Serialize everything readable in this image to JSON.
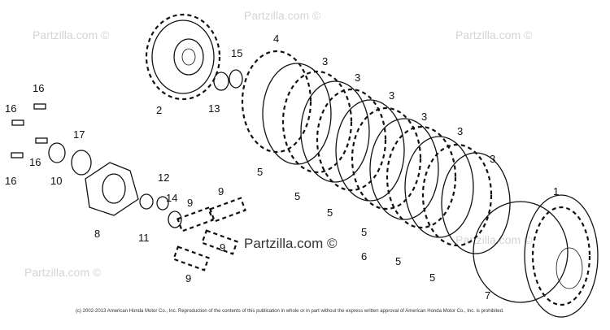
{
  "watermarks": {
    "text": "Partzilla.com ©",
    "center_text": "Partzilla.com ©"
  },
  "callouts": {
    "c1": "1",
    "c2": "2",
    "c3a": "3",
    "c3b": "3",
    "c3c": "3",
    "c3d": "3",
    "c3e": "3",
    "c3f": "3",
    "c4": "4",
    "c5a": "5",
    "c5b": "5",
    "c5c": "5",
    "c5d": "5",
    "c5e": "5",
    "c5f": "5",
    "c6": "6",
    "c7": "7",
    "c8": "8",
    "c9a": "9",
    "c9b": "9",
    "c9c": "9",
    "c9d": "9",
    "c10": "10",
    "c11": "11",
    "c12": "12",
    "c13": "13",
    "c14": "14",
    "c15": "15",
    "c16a": "16",
    "c16b": "16",
    "c16c": "16",
    "c16d": "16",
    "c17": "17"
  },
  "copyright": "(c) 2002-2013 American Honda Motor Co., Inc. Reproduction of the contents of this publication in whole or in part without the express written approval of American Honda Motor Co., Inc. is prohibited."
}
